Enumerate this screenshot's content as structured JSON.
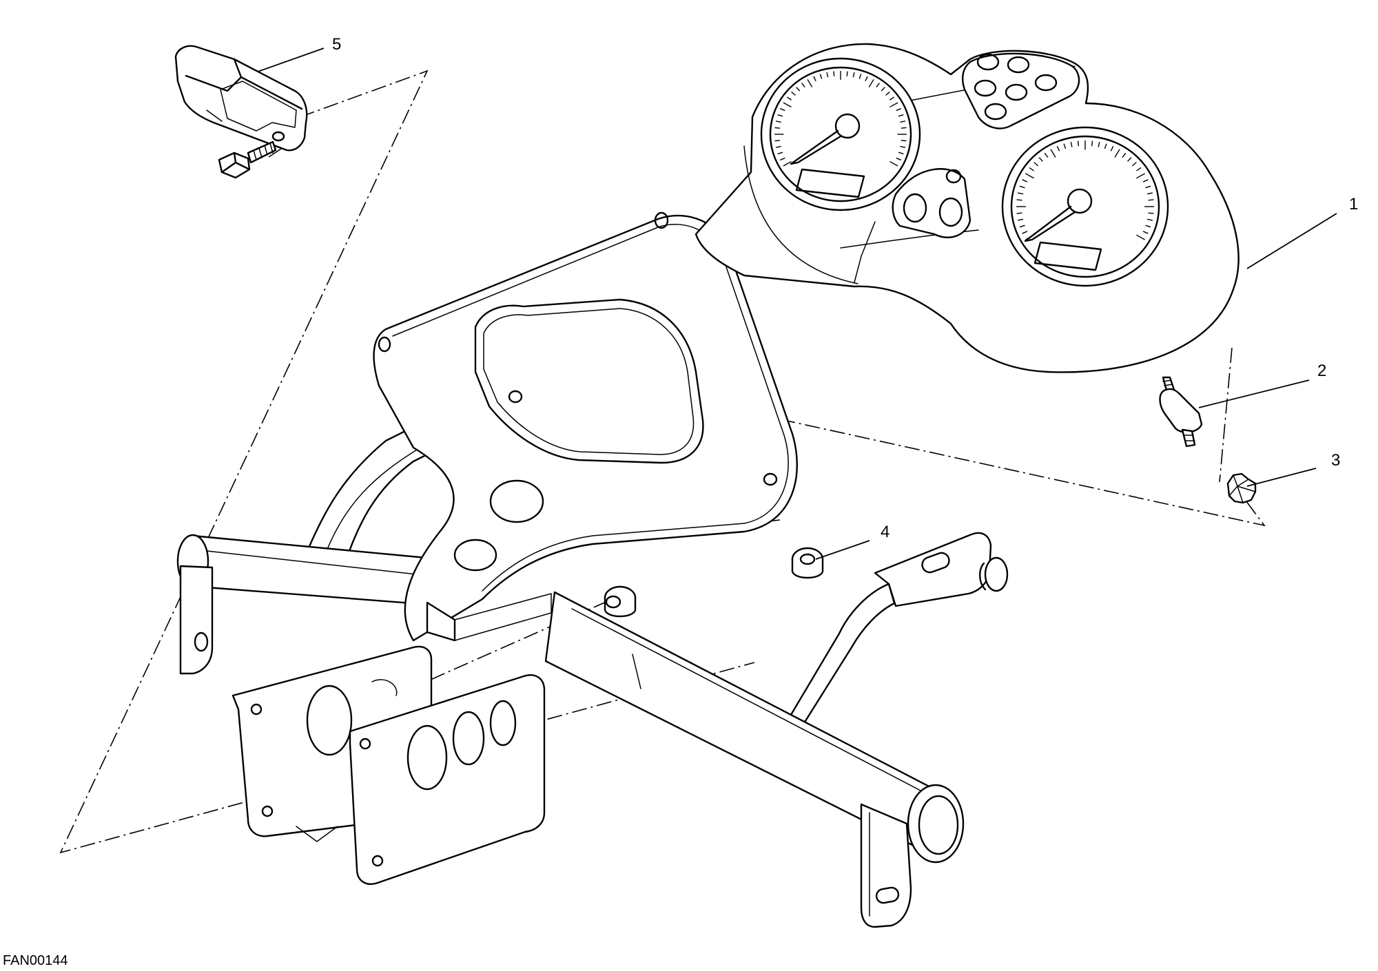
{
  "callouts": [
    {
      "id": "1",
      "label": "1"
    },
    {
      "id": "2",
      "label": "2"
    },
    {
      "id": "3",
      "label": "3"
    },
    {
      "id": "4",
      "label": "4"
    },
    {
      "id": "5",
      "label": "5"
    }
  ],
  "drawing_code": "FAN00144"
}
